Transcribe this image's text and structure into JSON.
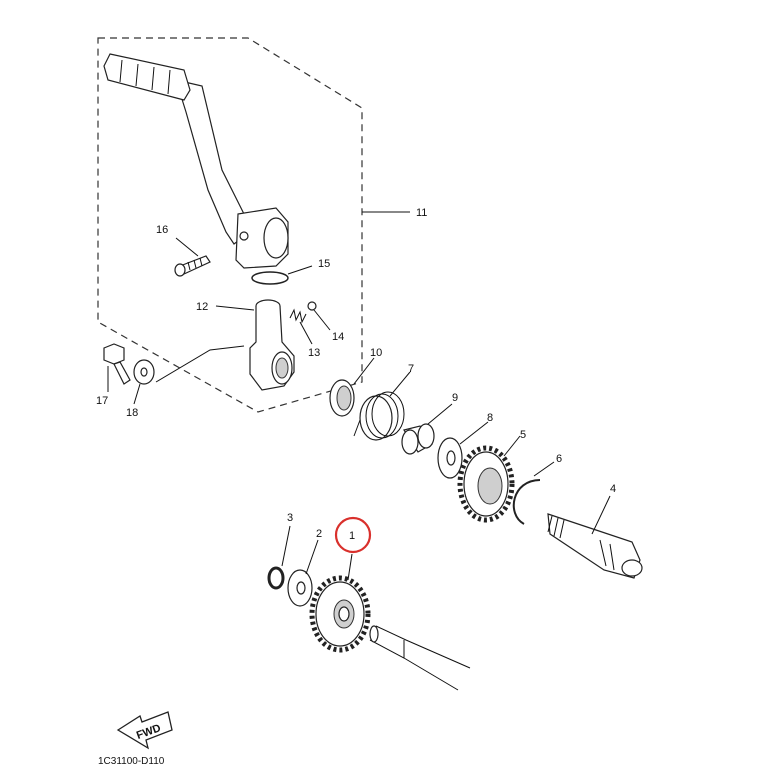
{
  "diagram": {
    "labels": [
      {
        "id": "p1",
        "text": "1"
      },
      {
        "id": "p2",
        "text": "2"
      },
      {
        "id": "p3",
        "text": "3"
      },
      {
        "id": "p4",
        "text": "4"
      },
      {
        "id": "p5",
        "text": "5"
      },
      {
        "id": "p6",
        "text": "6"
      },
      {
        "id": "p7",
        "text": "7"
      },
      {
        "id": "p8",
        "text": "8"
      },
      {
        "id": "p9",
        "text": "9"
      },
      {
        "id": "p10",
        "text": "10"
      },
      {
        "id": "p11",
        "text": "11"
      },
      {
        "id": "p12",
        "text": "12"
      },
      {
        "id": "p13",
        "text": "13"
      },
      {
        "id": "p14",
        "text": "14"
      },
      {
        "id": "p15",
        "text": "15"
      },
      {
        "id": "p16",
        "text": "16"
      },
      {
        "id": "p17",
        "text": "17"
      },
      {
        "id": "p18",
        "text": "18"
      }
    ],
    "highlighted_part": "1",
    "highlight_color": "#d9302c",
    "fwd_label": "FWD",
    "drawing_code": "1C31100-D110"
  }
}
